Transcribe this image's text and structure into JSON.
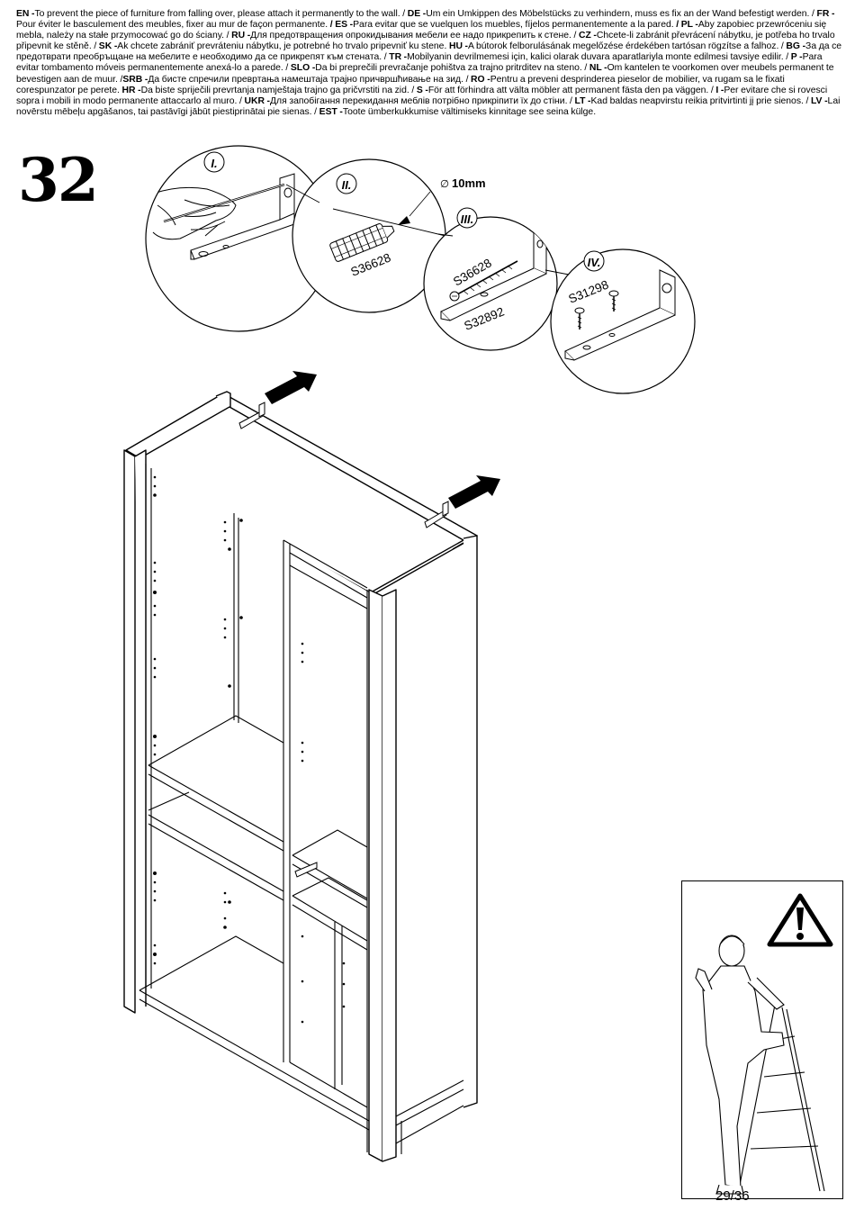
{
  "warnings": [
    {
      "lang": "EN",
      "sep": " -",
      "text": "To prevent the piece of furniture from falling over, please attach it permanently to the wall. / "
    },
    {
      "lang": "DE",
      "sep": " -",
      "text": "Um ein Umkippen des Möbelstücks zu verhindern, muss es fix an der Wand befestigt werden. / "
    },
    {
      "lang": "FR",
      "sep": " -",
      "text": "Pour éviter le basculement des meubles, fixer au mur de façon permanente. "
    },
    {
      "lang": "/ ES",
      "sep": " -",
      "text": "Para evitar que se vuelquen los muebles, fíjelos permanentemente a la pared. "
    },
    {
      "lang": "/ PL",
      "sep": " -",
      "text": "Aby zapobiec przewróceniu się mebla, należy na stałe przymocować go do ściany. / "
    },
    {
      "lang": "RU",
      "sep": " -",
      "text": "Для предотвращения опрокидывания мебели ее надо прикрепить к стене. / "
    },
    {
      "lang": "CZ",
      "sep": " -",
      "text": "Chcete-li zabránit převrácení nábytku, je potřeba ho trvalo připevnit ke stěně. / "
    },
    {
      "lang": "SK",
      "sep": " -",
      "text": "Ak chcete zabrániť prevráteniu nábytku, je potrebné ho trvalo pripevniť ku stene. "
    },
    {
      "lang": "HU",
      "sep": " -",
      "text": "A bútorok felborulásának megelőzése érdekében tartósan rögzítse a falhoz. / "
    },
    {
      "lang": "BG",
      "sep": " -",
      "text": "За да се предотврати преобръщане на мебелите е необходимо да се  прикрепят към стената. / "
    },
    {
      "lang": "TR",
      "sep": " -",
      "text": "Mobilyanin devrilmemesi için, kalici olarak duvara aparatlariyla monte edilmesi tavsiye edilir. / "
    },
    {
      "lang": "P",
      "sep": " -",
      "text": "Para evitar tombamento móveis permanentemente anexá-lo a parede. / "
    },
    {
      "lang": "SLO",
      "sep": " -",
      "text": "Da bi preprečili prevračanje pohištva za trajno pritrditev na steno. / "
    },
    {
      "lang": "NL",
      "sep": " -",
      "text": "Om kantelen te voorkomen over meubels permanent te bevestigen aan de muur. /"
    },
    {
      "lang": "SRB",
      "sep": " -",
      "text": "Да бисте спречили превртања намештаја трајно причвршћивање на зид. / "
    },
    {
      "lang": "RO",
      "sep": " -",
      "text": "Pentru a preveni desprinderea pieselor de mobilier, va rugam sa le fixati corespunzator pe perete. "
    },
    {
      "lang": "HR",
      "sep": " -",
      "text": "Da biste spriječili prevrtanja namještaja trajno ga pričvrstiti na zid. / "
    },
    {
      "lang": "S",
      "sep": " -",
      "text": "För att förhindra att välta möbler att permanent fästa den pa väggen. / "
    },
    {
      "lang": "I",
      "sep": " -",
      "text": "Per evitare che si rovesci sopra i mobili in modo permanente attaccarlo al muro. / "
    },
    {
      "lang": "UKR",
      "sep": " -",
      "text": "Для запобігання перекидання меблів потрібно прикріпити їх до стіни. / "
    },
    {
      "lang": "LT",
      "sep": " -",
      "text": "Kad baldas neapvirstu reikia pritvirtinti jį prie sienos. / "
    },
    {
      "lang": "LV",
      "sep": " -",
      "text": "Lai novērstu mēbeļu apgāšanos, tai pastāvīgi jābūt piestiprinātai pie sienas. / "
    },
    {
      "lang": "EST",
      "sep": " -",
      "text": "Toote ümberkukkumise vältimiseks kinnitage see seina külge."
    }
  ],
  "step": {
    "number": "32"
  },
  "details": {
    "d1_label": "I.",
    "d2_label": "II.",
    "d3_label": "III.",
    "d4_label": "IV.",
    "drill_size": "10mm",
    "drill_symbol": "∅",
    "part_dowel_1": "S36628",
    "part_dowel_2": "S36628",
    "part_bracket": "S32892",
    "part_screw": "S31298"
  },
  "footer": {
    "page": "29/36"
  },
  "icons": [
    "warning-triangle-icon",
    "step-ladder-person-illustration",
    "push-arrow-icon"
  ]
}
